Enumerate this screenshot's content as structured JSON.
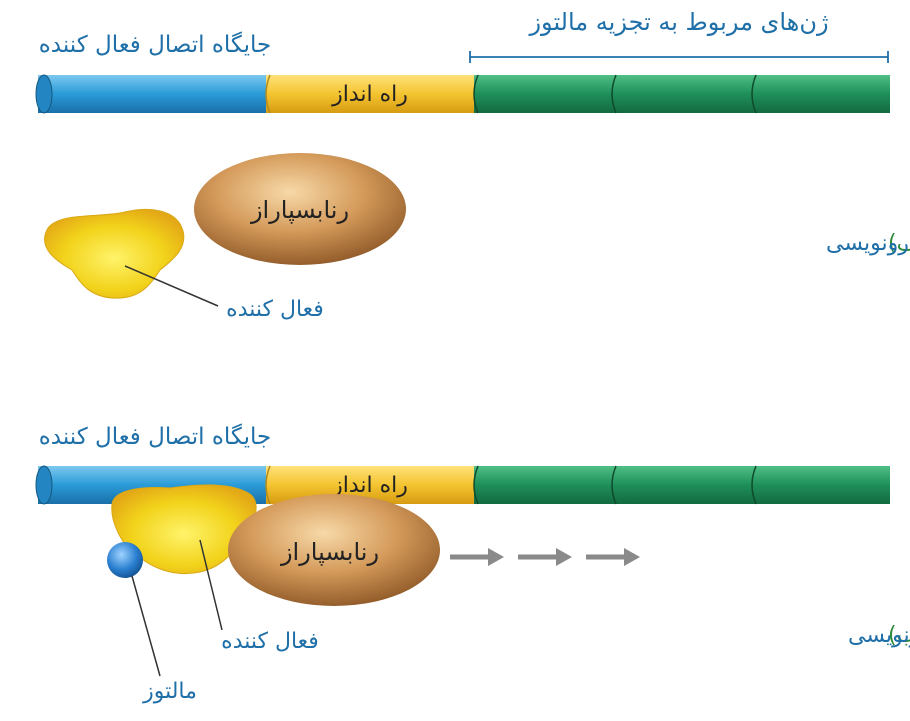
{
  "top_panel": {
    "binding_site_label": "جایگاه اتصال فعال کننده",
    "genes_label": "ژن‌های مربوط به تجزیه مالتوز",
    "promoter_label": "راه انداز",
    "polymerase_label": "رنابسپاراز",
    "activator_label": "فعال کننده",
    "caption_letter": "الف)",
    "caption_text": "عدم رونویسی"
  },
  "bottom_panel": {
    "binding_site_label": "جایگاه اتصال فعال کننده",
    "promoter_label": "راه انداز",
    "polymerase_label": "رنابسپاراز",
    "activator_label": "فعال کننده",
    "maltose_label": "مالتوز",
    "caption_letter": "ب)",
    "caption_text": "انجام رونویسی"
  },
  "colors": {
    "binding_site": "#2a9bd8",
    "promoter": "#f4c430",
    "genes": "#1f8f5a",
    "polymerase": "#b5753a",
    "activator": "#f2d31b",
    "maltose": "#2a7fd0",
    "label_blue": "#1f6fa8",
    "caption_green": "#2e8b3a",
    "arrow": "#8a8a8a"
  }
}
